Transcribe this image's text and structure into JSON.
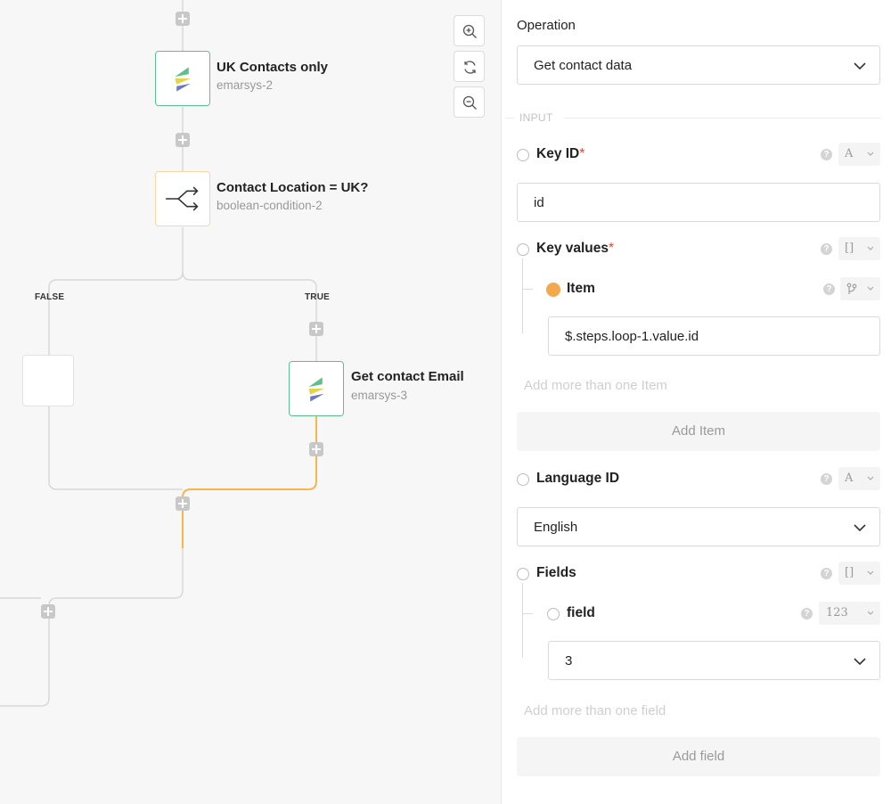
{
  "canvas": {
    "nodes": [
      {
        "title": "UK Contacts only",
        "subtitle": "emarsys-2",
        "icon": "emarsys-logo-icon"
      },
      {
        "title": "Contact Location = UK?",
        "subtitle": "boolean-condition-2",
        "icon": "branch-split-icon"
      },
      {
        "title": "Get contact Email",
        "subtitle": "emarsys-3",
        "icon": "emarsys-logo-icon"
      }
    ],
    "branch_false": "FALSE",
    "branch_true": "TRUE",
    "active_path_color": "#f5b848",
    "connector_color": "#d8d8d8",
    "zoom_controls": [
      "zoom-in-icon",
      "refresh-icon",
      "zoom-out-icon"
    ]
  },
  "panel": {
    "operation_label": "Operation",
    "operation_value": "Get contact data",
    "section_input": "INPUT",
    "key_id": {
      "name": "Key ID",
      "required_mark": "*",
      "type": "A",
      "value": "id"
    },
    "key_values": {
      "name": "Key values",
      "required_mark": "*",
      "type": "[]",
      "item": {
        "name": "Item",
        "value": "$.steps.loop-1.value.id"
      },
      "add_more": "Add more than one Item",
      "add_button": "Add Item"
    },
    "language_id": {
      "name": "Language ID",
      "type": "A",
      "value": "English"
    },
    "fields": {
      "name": "Fields",
      "type": "[]",
      "field": {
        "name": "field",
        "type": "123",
        "value": "3"
      },
      "add_more": "Add more than one field",
      "add_button": "Add field"
    }
  }
}
